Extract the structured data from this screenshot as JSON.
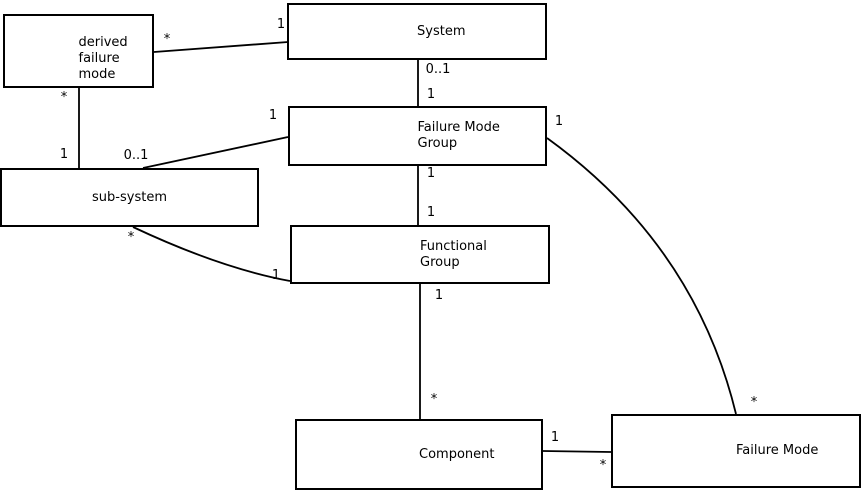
{
  "nodes": {
    "system": {
      "label": "System"
    },
    "derived_failure_mode": {
      "label": "derived\nfailure\nmode"
    },
    "failure_mode_group": {
      "label": "Failure Mode\nGroup"
    },
    "sub_system": {
      "label": "sub-system"
    },
    "functional_group": {
      "label": "Functional\nGroup"
    },
    "component": {
      "label": "Component"
    },
    "failure_mode": {
      "label": "Failure Mode"
    }
  },
  "edges": [
    {
      "id": "system-derived_failure_mode",
      "source": "system",
      "target": "derived_failure_mode",
      "source_label": "1",
      "target_label": "*"
    },
    {
      "id": "system-failure_mode_group",
      "source": "system",
      "target": "failure_mode_group",
      "source_label": "0..1",
      "target_label": "1"
    },
    {
      "id": "derived_failure_mode-sub_system",
      "source": "derived_failure_mode",
      "target": "sub_system",
      "source_label": "*",
      "target_label": "1"
    },
    {
      "id": "failure_mode_group-sub_system",
      "source": "failure_mode_group",
      "target": "sub_system",
      "source_label": "1",
      "target_label": "0..1"
    },
    {
      "id": "failure_mode_group-functional_group",
      "source": "failure_mode_group",
      "target": "functional_group",
      "source_label": "1",
      "target_label": "1"
    },
    {
      "id": "functional_group-component",
      "source": "functional_group",
      "target": "component",
      "source_label": "1",
      "target_label": "*"
    },
    {
      "id": "sub_system-functional_group",
      "source": "sub_system",
      "target": "functional_group",
      "source_label": "*",
      "target_label": "1"
    },
    {
      "id": "failure_mode_group-failure_mode",
      "source": "failure_mode_group",
      "target": "failure_mode",
      "source_label": "1",
      "target_label": "*"
    },
    {
      "id": "component-failure_mode",
      "source": "component",
      "target": "failure_mode",
      "source_label": "1",
      "target_label": "*"
    }
  ],
  "colors": {
    "background": "#ffffff",
    "box_fill": "#ffffff",
    "box_border": "#000000",
    "line": "#000000",
    "text": "#000000"
  }
}
